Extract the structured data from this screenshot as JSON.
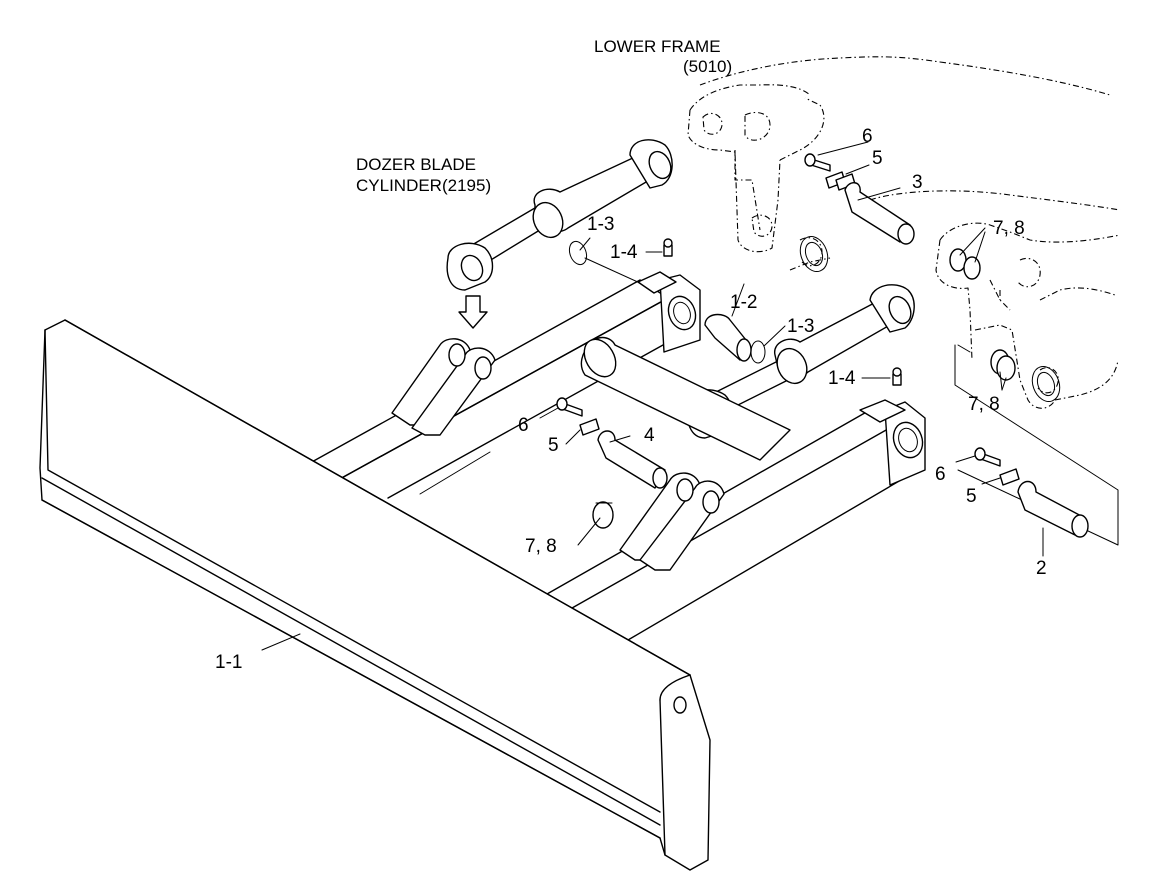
{
  "captions": {
    "lower_frame_title": "LOWER FRAME",
    "lower_frame_ref": "(5010)",
    "cylinder_title": "DOZER BLADE",
    "cylinder_ref": "CYLINDER(2195)"
  },
  "callouts": {
    "blade": "1-1",
    "bushing": "1-2",
    "oring_upper": "1-3",
    "oring_right": "1-3",
    "grease_upper": "1-4",
    "grease_right": "1-4",
    "pin_2": "2",
    "pin_3": "3",
    "pin_4": "4",
    "plate_upper": "5",
    "plate_center": "5",
    "plate_right": "5",
    "bolt_upper": "6",
    "bolt_center": "6",
    "bolt_right": "6",
    "shim_upper": "7, 8",
    "shim_center": "7, 8",
    "shim_right": "7, 8"
  }
}
